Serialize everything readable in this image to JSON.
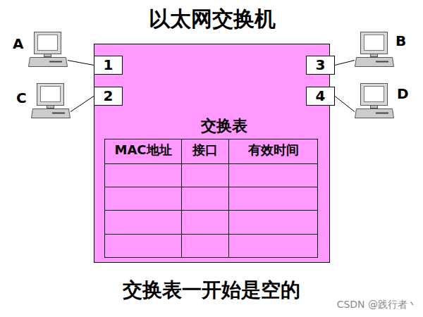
{
  "diagram": {
    "title": "以太网交换机",
    "caption": "交换表一开始是空的",
    "nodes": [
      {
        "text": [
          "以太网交换机"
        ]
      },
      {
        "text": [
          "1"
        ],
        "in": 0
      },
      {
        "text": [
          "2"
        ],
        "in": 0
      },
      {
        "text": [
          "3"
        ],
        "in": 0
      },
      {
        "text": [
          "4"
        ],
        "in": 0
      },
      {
        "text": [
          "A"
        ]
      },
      {
        "text": [
          "C"
        ]
      },
      {
        "text": [
          "B"
        ]
      },
      {
        "text": [
          "D"
        ]
      }
    ],
    "edges": [
      {
        "from": 5,
        "to": 1,
        "arrow": "none"
      },
      {
        "from": 6,
        "to": 2,
        "arrow": "none"
      },
      {
        "from": 7,
        "to": 3,
        "arrow": "none"
      },
      {
        "from": 8,
        "to": 4,
        "arrow": "none"
      }
    ],
    "labels": [
      "交换表",
      "MAC地址",
      "接口",
      "有效时间",
      "CSDN @践行者丶"
    ]
  }
}
